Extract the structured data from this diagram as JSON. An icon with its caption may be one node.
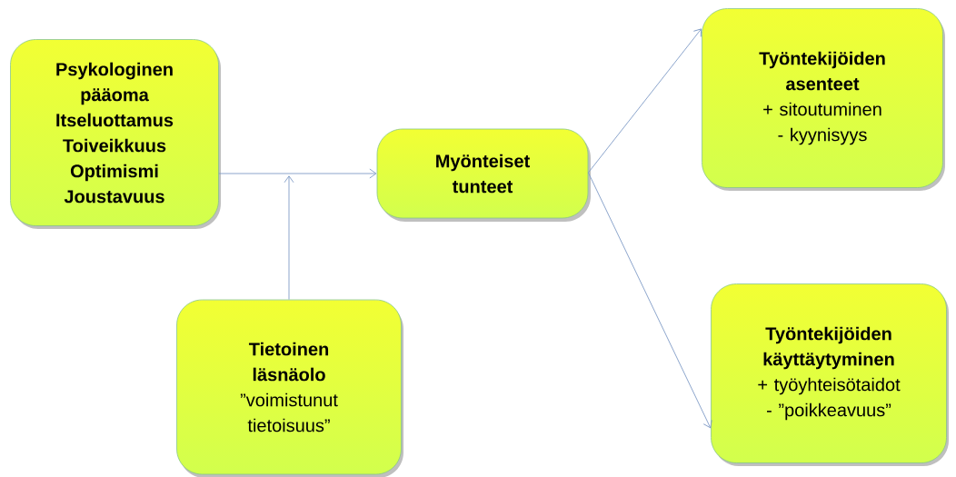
{
  "diagram": {
    "nodes": [
      {
        "text": [
          "Psykologinen pääoma Itseluottamus Toiveikkuus Optimismi Joustavuus"
        ]
      },
      {
        "text": [
          "Myönteiset tunteet"
        ]
      },
      {
        "text": [
          "Työntekijöiden asenteet",
          "+ sitoutuminen",
          "- kyynisyys"
        ]
      },
      {
        "text": [
          "Tietoinen läsnäolo",
          "”voimistunut tietoisuus”"
        ]
      },
      {
        "text": [
          "Työntekijöiden käyttäytyminen",
          "+ työyhteisötaidot",
          "- ”poikkeavuus”"
        ]
      }
    ],
    "edges": [
      {
        "from": 0,
        "to": 1,
        "arrow": "to"
      },
      {
        "from": 1,
        "to": 2,
        "arrow": "to"
      },
      {
        "from": 1,
        "to": 4,
        "arrow": "to"
      },
      {
        "from": 3,
        "to": null,
        "arrow": "to"
      }
    ]
  }
}
